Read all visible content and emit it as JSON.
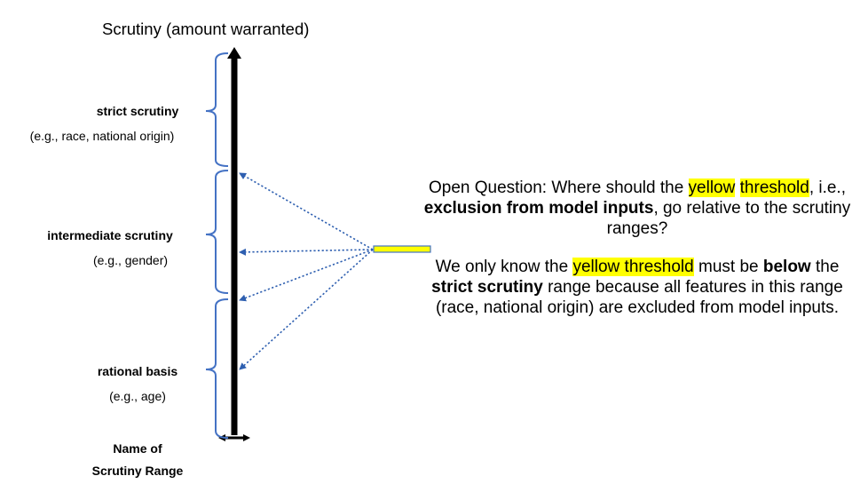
{
  "axis": {
    "title": "Scrutiny (amount warranted)",
    "footer_line1": "Name of",
    "footer_line2": "Scrutiny Range"
  },
  "ranges": [
    {
      "label": "strict scrutiny",
      "example": "(e.g., race, national origin)"
    },
    {
      "label": "intermediate scrutiny",
      "example": "(e.g., gender)"
    },
    {
      "label": "rational basis",
      "example": "(e.g., age)"
    }
  ],
  "question": {
    "t1": "Open Question: Where should the ",
    "h1": "yellow",
    "h2": "threshold",
    "t2": ", i.e., ",
    "b1": "exclusion from model inputs",
    "t3": ", go relative to the scrutiny ranges?"
  },
  "answer": {
    "t1": "We only know the ",
    "h1": "yellow threshold",
    "t2": " must be ",
    "b1": "below",
    "t3": " the ",
    "b2": "strict scrutiny",
    "t4": " range because all features in this range (race, national origin) are excluded from model inputs."
  },
  "colors": {
    "axis": "#000000",
    "brace": "#4472c4",
    "arrow": "#2e5fb0",
    "threshold_fill": "#ffff00",
    "threshold_stroke": "#4472c4"
  }
}
